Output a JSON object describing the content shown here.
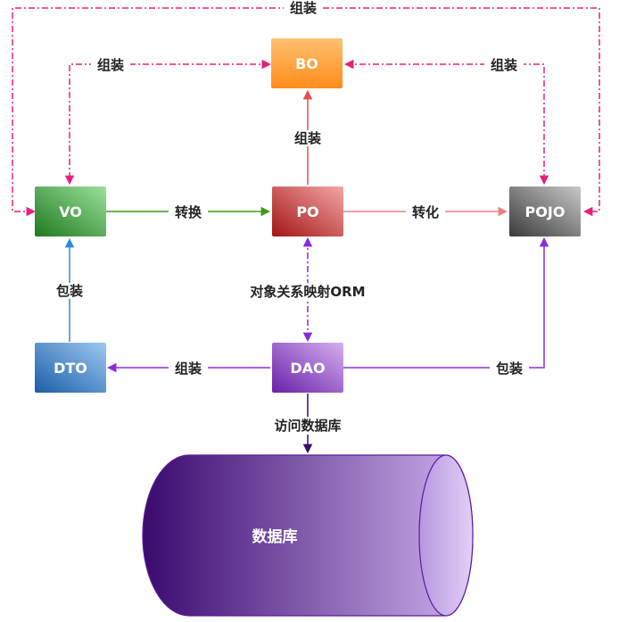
{
  "nodes": {
    "bo": {
      "label": "BO",
      "color_top": "#ffc070",
      "color_bottom": "#ff8c1a"
    },
    "vo": {
      "label": "VO",
      "color_top": "#9be09b",
      "color_bottom": "#1f7a1f"
    },
    "po": {
      "label": "PO",
      "color_top": "#f4a6a6",
      "color_bottom": "#a31515"
    },
    "pojo": {
      "label": "POJO",
      "color_top": "#c8c8c8",
      "color_bottom": "#3a3a3a"
    },
    "dto": {
      "label": "DTO",
      "color_top": "#9ec8f0",
      "color_bottom": "#1a5ea8"
    },
    "dao": {
      "label": "DAO",
      "color_top": "#d4b0f0",
      "color_bottom": "#6a1fa8"
    }
  },
  "database": {
    "label": "数据库",
    "color_dark": "#3a0a6e",
    "color_light": "#cdb0ec"
  },
  "edges": {
    "top_loop": {
      "label": "组装",
      "color": "#e8207c"
    },
    "bo_to_vo": {
      "label": "组装",
      "color": "#e8207c"
    },
    "bo_to_pojo": {
      "label": "组装",
      "color": "#e8207c"
    },
    "po_to_bo": {
      "label": "组装",
      "color": "#e84c4c"
    },
    "vo_to_po": {
      "label": "转换",
      "color": "#3a9a1a"
    },
    "po_to_pojo": {
      "label": "转化",
      "color": "#f08080"
    },
    "dto_to_vo": {
      "label": "包装",
      "color": "#2a8ae0"
    },
    "po_dao_orm": {
      "label": "对象关系映射ORM",
      "color": "#8a2ae0"
    },
    "dao_to_dto": {
      "label": "组装",
      "color": "#8a2ae0"
    },
    "dao_to_pojo": {
      "label": "包装",
      "color": "#8a2ae0"
    },
    "dao_to_db": {
      "label": "访问数据库",
      "color": "#3a0a6e"
    }
  }
}
